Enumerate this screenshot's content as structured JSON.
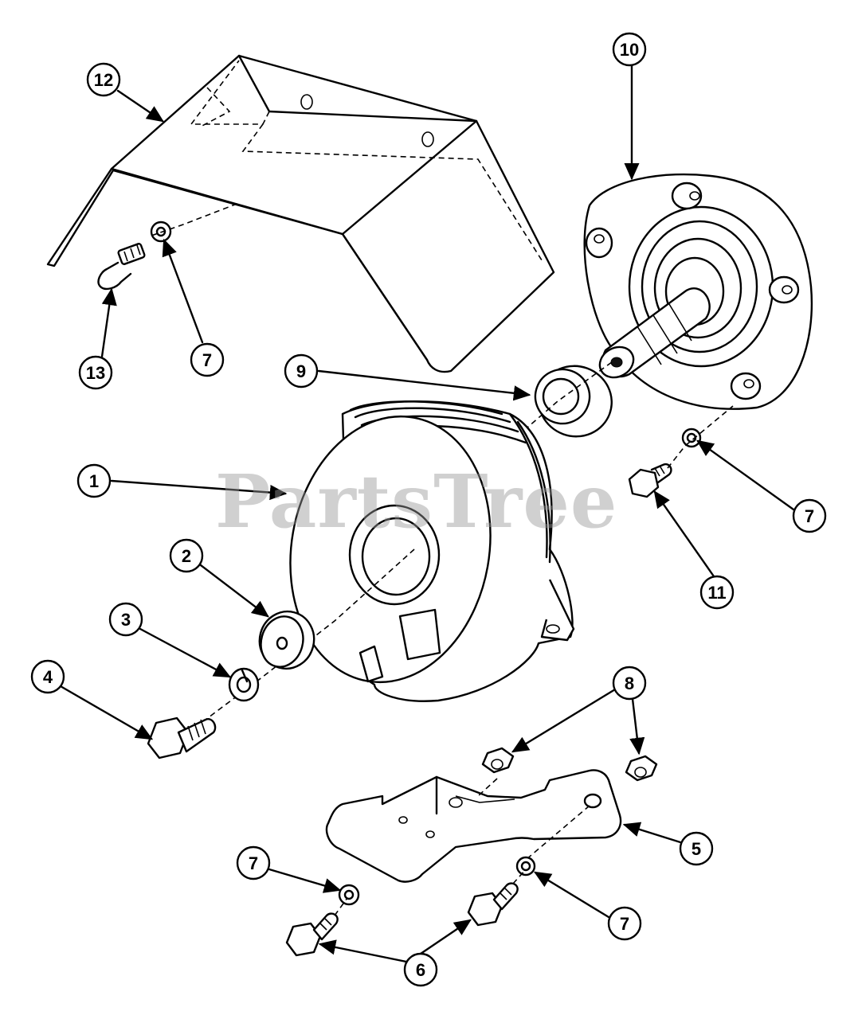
{
  "watermark": {
    "text": "PartsTree",
    "color": "#969696"
  },
  "callouts": [
    {
      "id": "c12",
      "label": "12",
      "part": "deflector-shield"
    },
    {
      "id": "c10",
      "label": "10",
      "part": "flange-bearing-hub"
    },
    {
      "id": "c13",
      "label": "13",
      "part": "bolt-13"
    },
    {
      "id": "c7a",
      "label": "7",
      "part": "washer"
    },
    {
      "id": "c9",
      "label": "9",
      "part": "spacer-collar"
    },
    {
      "id": "c1",
      "label": "1",
      "part": "electric-clutch"
    },
    {
      "id": "c7b",
      "label": "7",
      "part": "washer"
    },
    {
      "id": "c11",
      "label": "11",
      "part": "bolt-11"
    },
    {
      "id": "c2",
      "label": "2",
      "part": "flat-washer"
    },
    {
      "id": "c3",
      "label": "3",
      "part": "lock-washer"
    },
    {
      "id": "c4",
      "label": "4",
      "part": "hex-bolt"
    },
    {
      "id": "c8",
      "label": "8",
      "part": "hex-nut"
    },
    {
      "id": "c5",
      "label": "5",
      "part": "clutch-bracket"
    },
    {
      "id": "c7c",
      "label": "7",
      "part": "washer"
    },
    {
      "id": "c7d",
      "label": "7",
      "part": "washer"
    },
    {
      "id": "c6",
      "label": "6",
      "part": "bracket-bolt"
    }
  ]
}
